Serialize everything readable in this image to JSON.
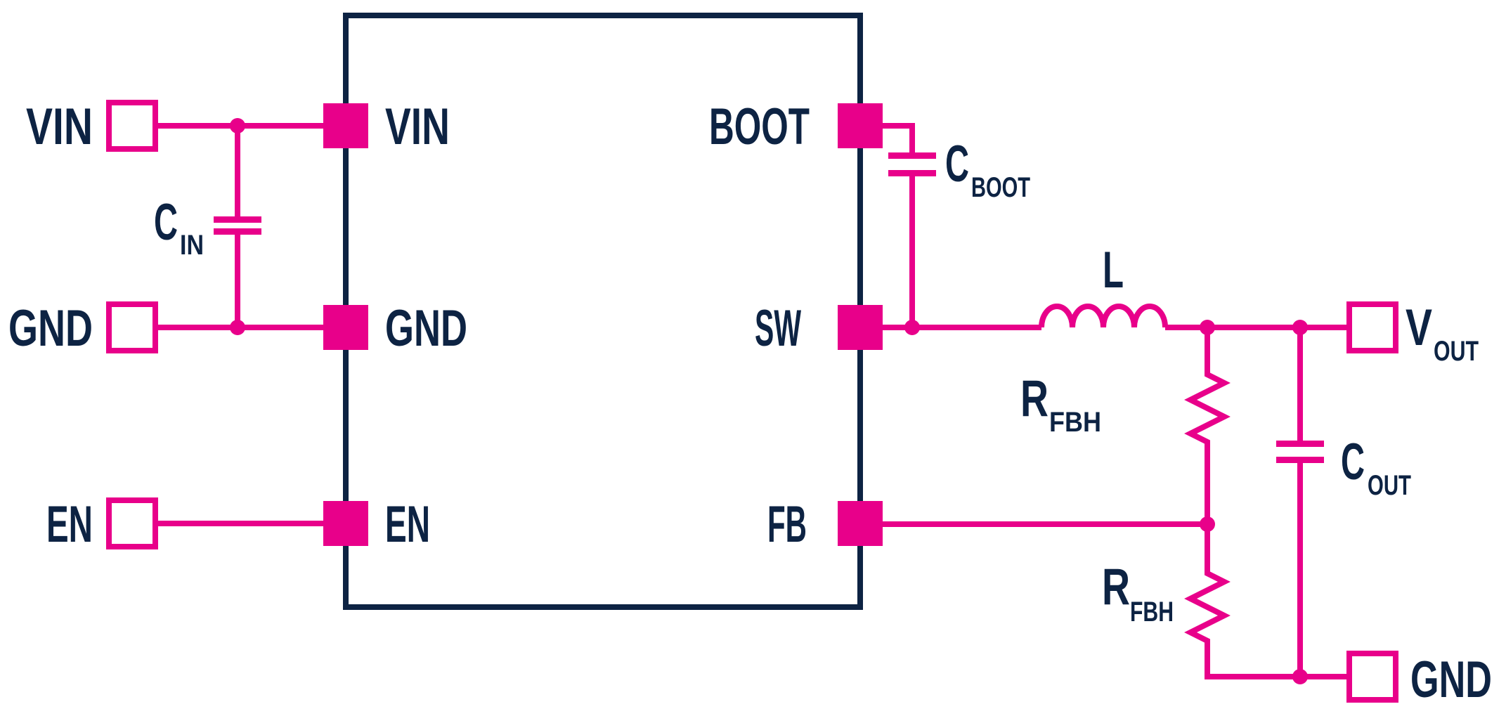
{
  "colors": {
    "accent_pink": "#E8008A",
    "ink_navy": "#0D2343",
    "background": "#FFFFFF"
  },
  "input_terminals": [
    {
      "label": "VIN"
    },
    {
      "label": "GND"
    },
    {
      "label": "EN"
    }
  ],
  "ic": {
    "pins_left": [
      {
        "label": "VIN"
      },
      {
        "label": "GND"
      },
      {
        "label": "EN"
      }
    ],
    "pins_right": [
      {
        "label": "BOOT"
      },
      {
        "label": "SW"
      },
      {
        "label": "FB"
      }
    ]
  },
  "components": {
    "c_in": {
      "ref": "C",
      "sub": "IN"
    },
    "c_boot": {
      "ref": "C",
      "sub": "BOOT"
    },
    "inductor": {
      "ref": "L"
    },
    "r_fbh_top": {
      "ref": "R",
      "sub": "FBH"
    },
    "r_fbh_bottom": {
      "ref": "R",
      "sub": "FBH"
    },
    "c_out": {
      "ref": "C",
      "sub": "OUT"
    }
  },
  "output_terminals": [
    {
      "ref": "V",
      "sub": "OUT"
    },
    {
      "label": "GND"
    }
  ]
}
